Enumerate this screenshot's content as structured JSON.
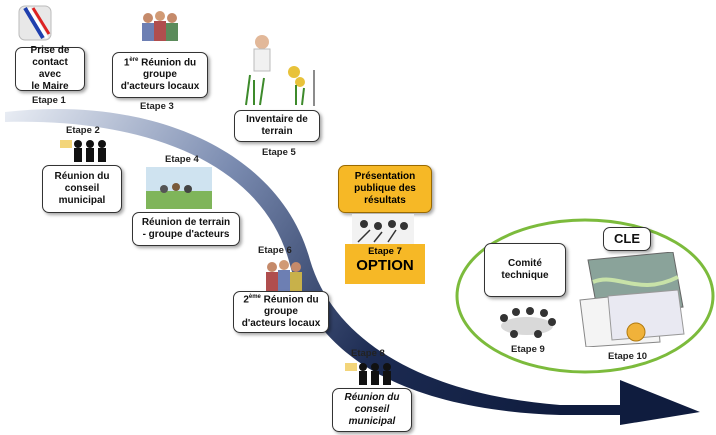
{
  "steps": {
    "s1": {
      "label": "Etape 1",
      "box": [
        "Prise de",
        "contact avec",
        "le Maire"
      ]
    },
    "s2": {
      "label": "Etape 2",
      "box": [
        "Réunion du",
        "conseil",
        "municipal"
      ]
    },
    "s3": {
      "label": "Etape 3",
      "box_sup": "ère",
      "box_first": " Réunion du",
      "box_num": "1",
      "box_rest": [
        "groupe",
        "d'acteurs locaux"
      ]
    },
    "s4": {
      "label": "Etape 4",
      "box": [
        "Réunion de terrain",
        "- groupe d'acteurs"
      ]
    },
    "s5": {
      "label": "Etape 5",
      "box": [
        "Inventaire de",
        "terrain"
      ]
    },
    "s6": {
      "label": "Etape 6",
      "box_num": "2",
      "box_sup": "ème",
      "box_first": " Réunion du",
      "box_rest": [
        "groupe",
        "d'acteurs locaux"
      ]
    },
    "s7": {
      "label": "Etape 7",
      "box": [
        "Présentation",
        "publique des",
        "résultats"
      ],
      "option": "OPTION"
    },
    "s8": {
      "label": "Etape 8",
      "box": [
        "Réunion du",
        "conseil",
        "municipal"
      ]
    },
    "s9": {
      "label": "Etape 9",
      "box": [
        "Comité",
        "technique"
      ]
    },
    "s10": {
      "label": "Etape 10",
      "box": [
        "CLE"
      ]
    }
  },
  "colors": {
    "arrow": "#1c2b52",
    "option": "#f6b826",
    "ellipse": "#7cbb3c"
  }
}
